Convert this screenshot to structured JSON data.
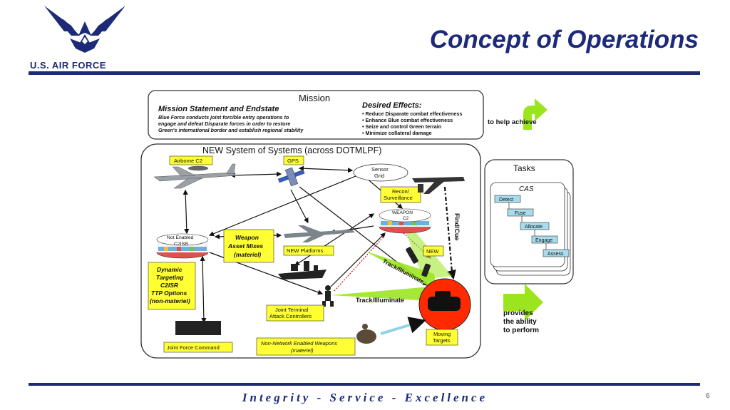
{
  "header": {
    "title": "Concept of Operations",
    "logo_text": "U.S. AIR FORCE",
    "logo_icon": "air-force-wings-icon"
  },
  "footer": {
    "motto": "Integrity - Service - Excellence",
    "page_number": "6"
  },
  "diagram": {
    "mission": {
      "title": "Mission",
      "statement_heading": "Mission Statement and Endstate",
      "statement_lines": [
        "Blue Force conducts joint forcible entry operations to",
        "engage and defeat Disparate forces in order to restore",
        "Green's international border and establish regional stability"
      ],
      "effects_heading": "Desired Effects:",
      "effects": [
        "• Reduce Disparate combat effectiveness",
        "• Enhance Blue combat effectiveness",
        "• Seize and control Green terrain",
        "• Minimize collateral damage"
      ]
    },
    "help_achieve": "to help achieve",
    "system_title": "NEW System of Systems (across DOTMLPF)",
    "labels": {
      "airborne_c2": "Airborne C2",
      "gps": "GPS",
      "sensor_grid_1": "Sensor",
      "sensor_grid_2": "Grid",
      "recon_1": "Recon/",
      "recon_2": "Surveillance",
      "weapon_c2_1": "WEAPON",
      "weapon_c2_2": "C2",
      "not_enabled_1": "Not Enabled",
      "not_enabled_2": "C2ISR",
      "weapon_asset_1": "Weapon",
      "weapon_asset_2": "Asset Mixes",
      "weapon_asset_3": "(materiel)",
      "new_platforms": "NEW Platforms",
      "new": "NEW",
      "find_cue": "Find/Cue",
      "track_illuminate_1": "Track/Illuminate",
      "track_illuminate_2": "Track/Illuminate",
      "dynamic_1": "Dynamic",
      "dynamic_2": "Targeting",
      "dynamic_3": "C2ISR",
      "dynamic_4": "TTP Options",
      "dynamic_5": "(non-materiel)",
      "jtac_1": "Joint Terminal",
      "jtac_2": "Attack Controllers",
      "joint_force": "Joint Force Command",
      "non_network_1": "Non-Network Enabled Weapons",
      "non_network_2": "(materiel)",
      "moving_1": "Moving",
      "moving_2": "Targets"
    },
    "tasks": {
      "title": "Tasks",
      "subtitle": "CAS",
      "steps": [
        "Detect",
        "Fuse",
        "Allocate",
        "Engage",
        "Assess"
      ]
    },
    "provides_1": "provides",
    "provides_2": "the ability",
    "provides_3": "to perform",
    "colors": {
      "label_yellow": "#ffff33",
      "arrow_green": "#9be51f",
      "target_red": "#ff2a00",
      "task_blue": "#a8dcec"
    }
  }
}
